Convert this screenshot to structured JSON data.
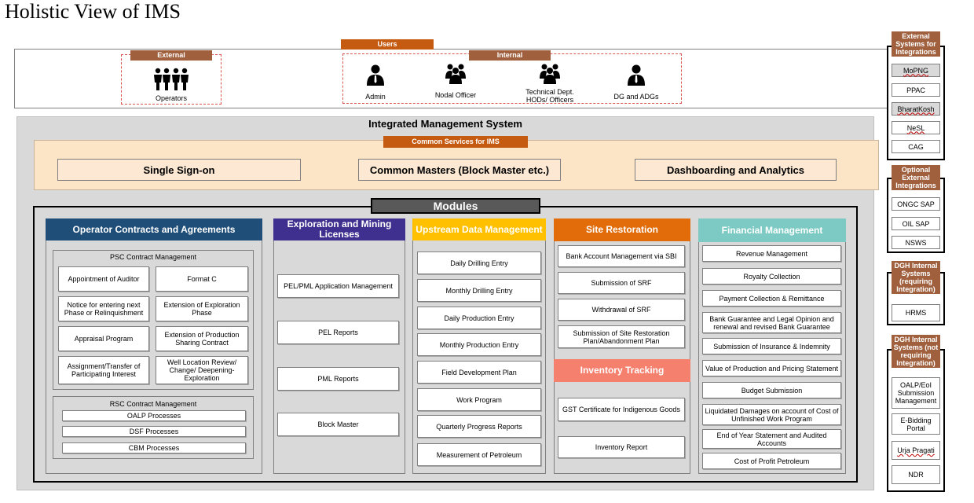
{
  "title": "Holistic View of IMS",
  "users": {
    "label": "Users",
    "external": {
      "label": "External",
      "items": [
        {
          "label": "Operators",
          "icon": "group-users-icon"
        }
      ]
    },
    "internal": {
      "label": "Internal",
      "items": [
        {
          "label": "Admin",
          "icon": "user-icon"
        },
        {
          "label": "Nodal Officer",
          "icon": "user-group-icon"
        },
        {
          "label": "Technical Dept. HODs/ Officers",
          "icon": "user-group-icon"
        },
        {
          "label": "DG and ADGs",
          "icon": "user-icon"
        }
      ]
    }
  },
  "ims": {
    "title": "Integrated Management System",
    "common_services": {
      "label": "Common Services for IMS",
      "items": [
        "Single Sign-on",
        "Common Masters (Block Master etc.)",
        "Dashboarding and Analytics"
      ]
    },
    "modules": {
      "label": "Modules",
      "operator": {
        "title": "Operator Contracts and Agreements",
        "psc": {
          "label": "PSC Contract Management",
          "items": [
            "Appointment of Auditor",
            "Format C",
            "Notice for entering next Phase or Relinquishment",
            "Extension of Exploration Phase",
            "Appraisal Program",
            "Extension of Production Sharing Contract",
            "Assignment/Transfer of Participating Interest",
            "Well Location Review/ Change/ Deepening-Exploration"
          ]
        },
        "rsc": {
          "label": "RSC Contract Management",
          "items": [
            "OALP Processes",
            "DSF Processes",
            "CBM Processes"
          ]
        }
      },
      "exploration": {
        "title": "Exploration and Mining Licenses",
        "items": [
          "PEL/PML Application Management",
          "PEL Reports",
          "PML Reports",
          "Block Master"
        ]
      },
      "upstream": {
        "title": "Upstream Data Management",
        "items": [
          "Daily Drilling Entry",
          "Monthly Drilling Entry",
          "Daily Production Entry",
          "Monthly Production Entry",
          "Field Development Plan",
          "Work Program",
          "Quarterly Progress Reports",
          "Measurement of Petroleum"
        ]
      },
      "site": {
        "title": "Site Restoration",
        "items": [
          "Bank Account Management via SBI",
          "Submission of SRF",
          "Withdrawal of SRF",
          "Submission of Site Restoration Plan/Abandonment Plan"
        ]
      },
      "inventory": {
        "title": "Inventory Tracking",
        "items": [
          "GST Certificate for Indigenous Goods",
          "Inventory Report"
        ]
      },
      "financial": {
        "title": "Financial Management",
        "items": [
          "Revenue Management",
          "Royalty Collection",
          "Payment Collection & Remittance",
          "Bank Guarantee and Legal Opinion and renewal and revised Bank Guarantee",
          "Submission of Insurance & Indemnity",
          "Value of Production and Pricing Statement",
          "Budget Submission",
          "Liquidated Damages on account of Cost of Unfinished Work Program",
          "End of Year Statement and Audited Accounts",
          "Cost of Profit Petroleum"
        ]
      }
    }
  },
  "side": {
    "external": {
      "title": "External Systems for Integrations",
      "items": [
        "MoPNG",
        "PPAC",
        "BharatKosh",
        "NeSL",
        "CAG"
      ]
    },
    "optional": {
      "title": "Optional External Integrations",
      "items": [
        "ONGC SAP",
        "OIL SAP",
        "NSWS"
      ]
    },
    "internal_req": {
      "title": "DGH Internal Systems (requiring Integration)",
      "items": [
        "HRMS"
      ]
    },
    "internal_noreq": {
      "title": "DGH Internal Systems (not requiring Integration)",
      "items": [
        "OALP/EoI Submission Management",
        "E-Bidding Portal",
        "Urja Pragati",
        "NDR"
      ]
    }
  },
  "colors": {
    "operator": "#1f4e79",
    "exploration": "#3f2f8f",
    "upstream": "#ffc000",
    "site": "#e26b0a",
    "inventory": "#f4806d",
    "financial": "#7ccac3",
    "accent": "#c55a11"
  }
}
